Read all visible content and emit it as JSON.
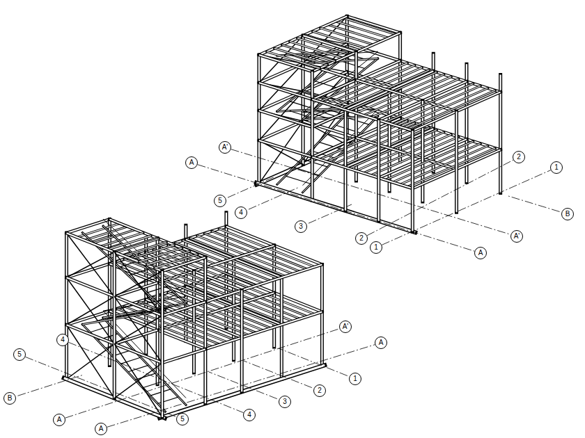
{
  "diagram": {
    "nodes": [
      {
        "text": [
          "A'"
        ]
      },
      {
        "text": [
          "2"
        ]
      },
      {
        "text": [
          "A"
        ]
      },
      {
        "text": [
          "1"
        ]
      },
      {
        "text": [
          "5"
        ]
      },
      {
        "text": [
          "4"
        ]
      },
      {
        "text": [
          "B"
        ]
      },
      {
        "text": [
          "3"
        ]
      },
      {
        "text": [
          "A'"
        ]
      },
      {
        "text": [
          "2"
        ]
      },
      {
        "text": [
          "1"
        ]
      },
      {
        "text": [
          "A"
        ]
      },
      {
        "text": [
          "A'"
        ]
      },
      {
        "text": [
          "4"
        ]
      },
      {
        "text": [
          "A"
        ]
      },
      {
        "text": [
          "5"
        ]
      },
      {
        "text": [
          "1"
        ]
      },
      {
        "text": [
          "2"
        ]
      },
      {
        "text": [
          "B"
        ]
      },
      {
        "text": [
          "3"
        ]
      },
      {
        "text": [
          "4"
        ]
      },
      {
        "text": [
          "5"
        ]
      },
      {
        "text": [
          "A"
        ]
      },
      {
        "text": [
          "A"
        ]
      }
    ],
    "edges": [
      {
        "from": 0,
        "to": 8,
        "arrow": "none"
      },
      {
        "from": 2,
        "to": 11,
        "arrow": "none"
      },
      {
        "from": 9,
        "to": 1,
        "arrow": "none"
      },
      {
        "from": 10,
        "to": 3,
        "arrow": "none"
      },
      {
        "from": 22,
        "to": 12,
        "arrow": "none"
      },
      {
        "from": 23,
        "to": 14,
        "arrow": "none"
      },
      {
        "from": 15,
        "to": 21,
        "arrow": "none"
      },
      {
        "from": 13,
        "to": 20,
        "arrow": "none"
      }
    ]
  }
}
